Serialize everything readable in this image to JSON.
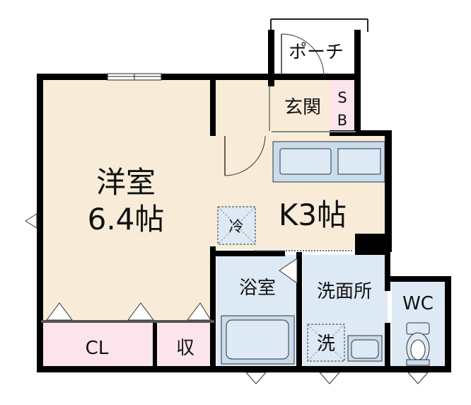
{
  "rooms": {
    "western": {
      "name": "洋室",
      "size": "6.4帖"
    },
    "kitchen": {
      "name": "K3帖"
    },
    "entrance": {
      "name": "玄関"
    },
    "shoe_box": {
      "line1": "S",
      "line2": "B"
    },
    "porch": {
      "name": "ポーチ"
    },
    "bath": {
      "name": "浴室"
    },
    "washroom": {
      "name": "洗面所"
    },
    "toilet": {
      "name": "WC"
    },
    "closet": {
      "name": "CL"
    },
    "storage": {
      "name": "収"
    }
  },
  "fixtures": {
    "fridge": "冷",
    "washer": "洗"
  },
  "colors": {
    "wall": "#000000",
    "floor_wood": "#f8ecd8",
    "floor_wet": "#dde9f5",
    "closet_pink": "#fbe4ec",
    "fixture_blue": "#c8dcee"
  }
}
